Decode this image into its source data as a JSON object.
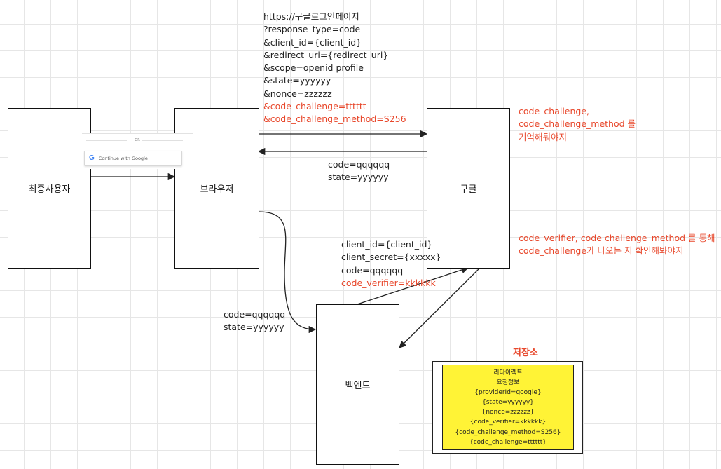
{
  "nodes": {
    "end_user": "최종사용자",
    "browser": "브라우저",
    "google": "구글",
    "backend": "백엔드"
  },
  "google_widget": {
    "or_label": "OR",
    "button_label": "Continue with Google",
    "icon": "google-g-icon"
  },
  "auth_request": {
    "lines": [
      "https://구글로그인페이지",
      "?response_type=code",
      "&client_id={client_id}",
      "&redirect_uri={redirect_uri}",
      "&scope=openid profile",
      "&state=yyyyyy",
      "&nonce=zzzzzz"
    ],
    "pkce_lines": [
      "&code_challenge=tttttt",
      "&code_challenge_method=S256"
    ]
  },
  "google_note_top": {
    "lines": [
      "code_challenge,",
      "code_challenge_method 를",
      "기억해둬야지"
    ]
  },
  "callback_to_browser": {
    "lines": [
      "code=qqqqqq",
      "state=yyyyyy"
    ]
  },
  "token_request": {
    "lines": [
      "client_id={client_id}",
      "client_secret={xxxxx}",
      "code=qqqqqq"
    ],
    "pkce_line": "code_verifier=kkkkkk"
  },
  "google_note_bottom": {
    "lines": [
      "code_verifier, code challenge_method 를 통해",
      "code_challenge가 나오는 지 확인해봐야지"
    ]
  },
  "callback_to_backend": {
    "lines": [
      "code=qqqqqq",
      "state=yyyyyy"
    ]
  },
  "storage": {
    "title": "저장소",
    "note_lines": [
      "리다이렉트",
      "요청정보",
      "{providerId=google}",
      "{state=yyyyyy}",
      "{nonce=zzzzzz}",
      "{code_verifier=kkkkkk}",
      "{code_challenge_method=S256}",
      "{code_challenge=tttttt}"
    ]
  },
  "colors": {
    "highlight_text": "#e8482c",
    "sticky_note": "#fff336",
    "stroke": "#222222"
  }
}
